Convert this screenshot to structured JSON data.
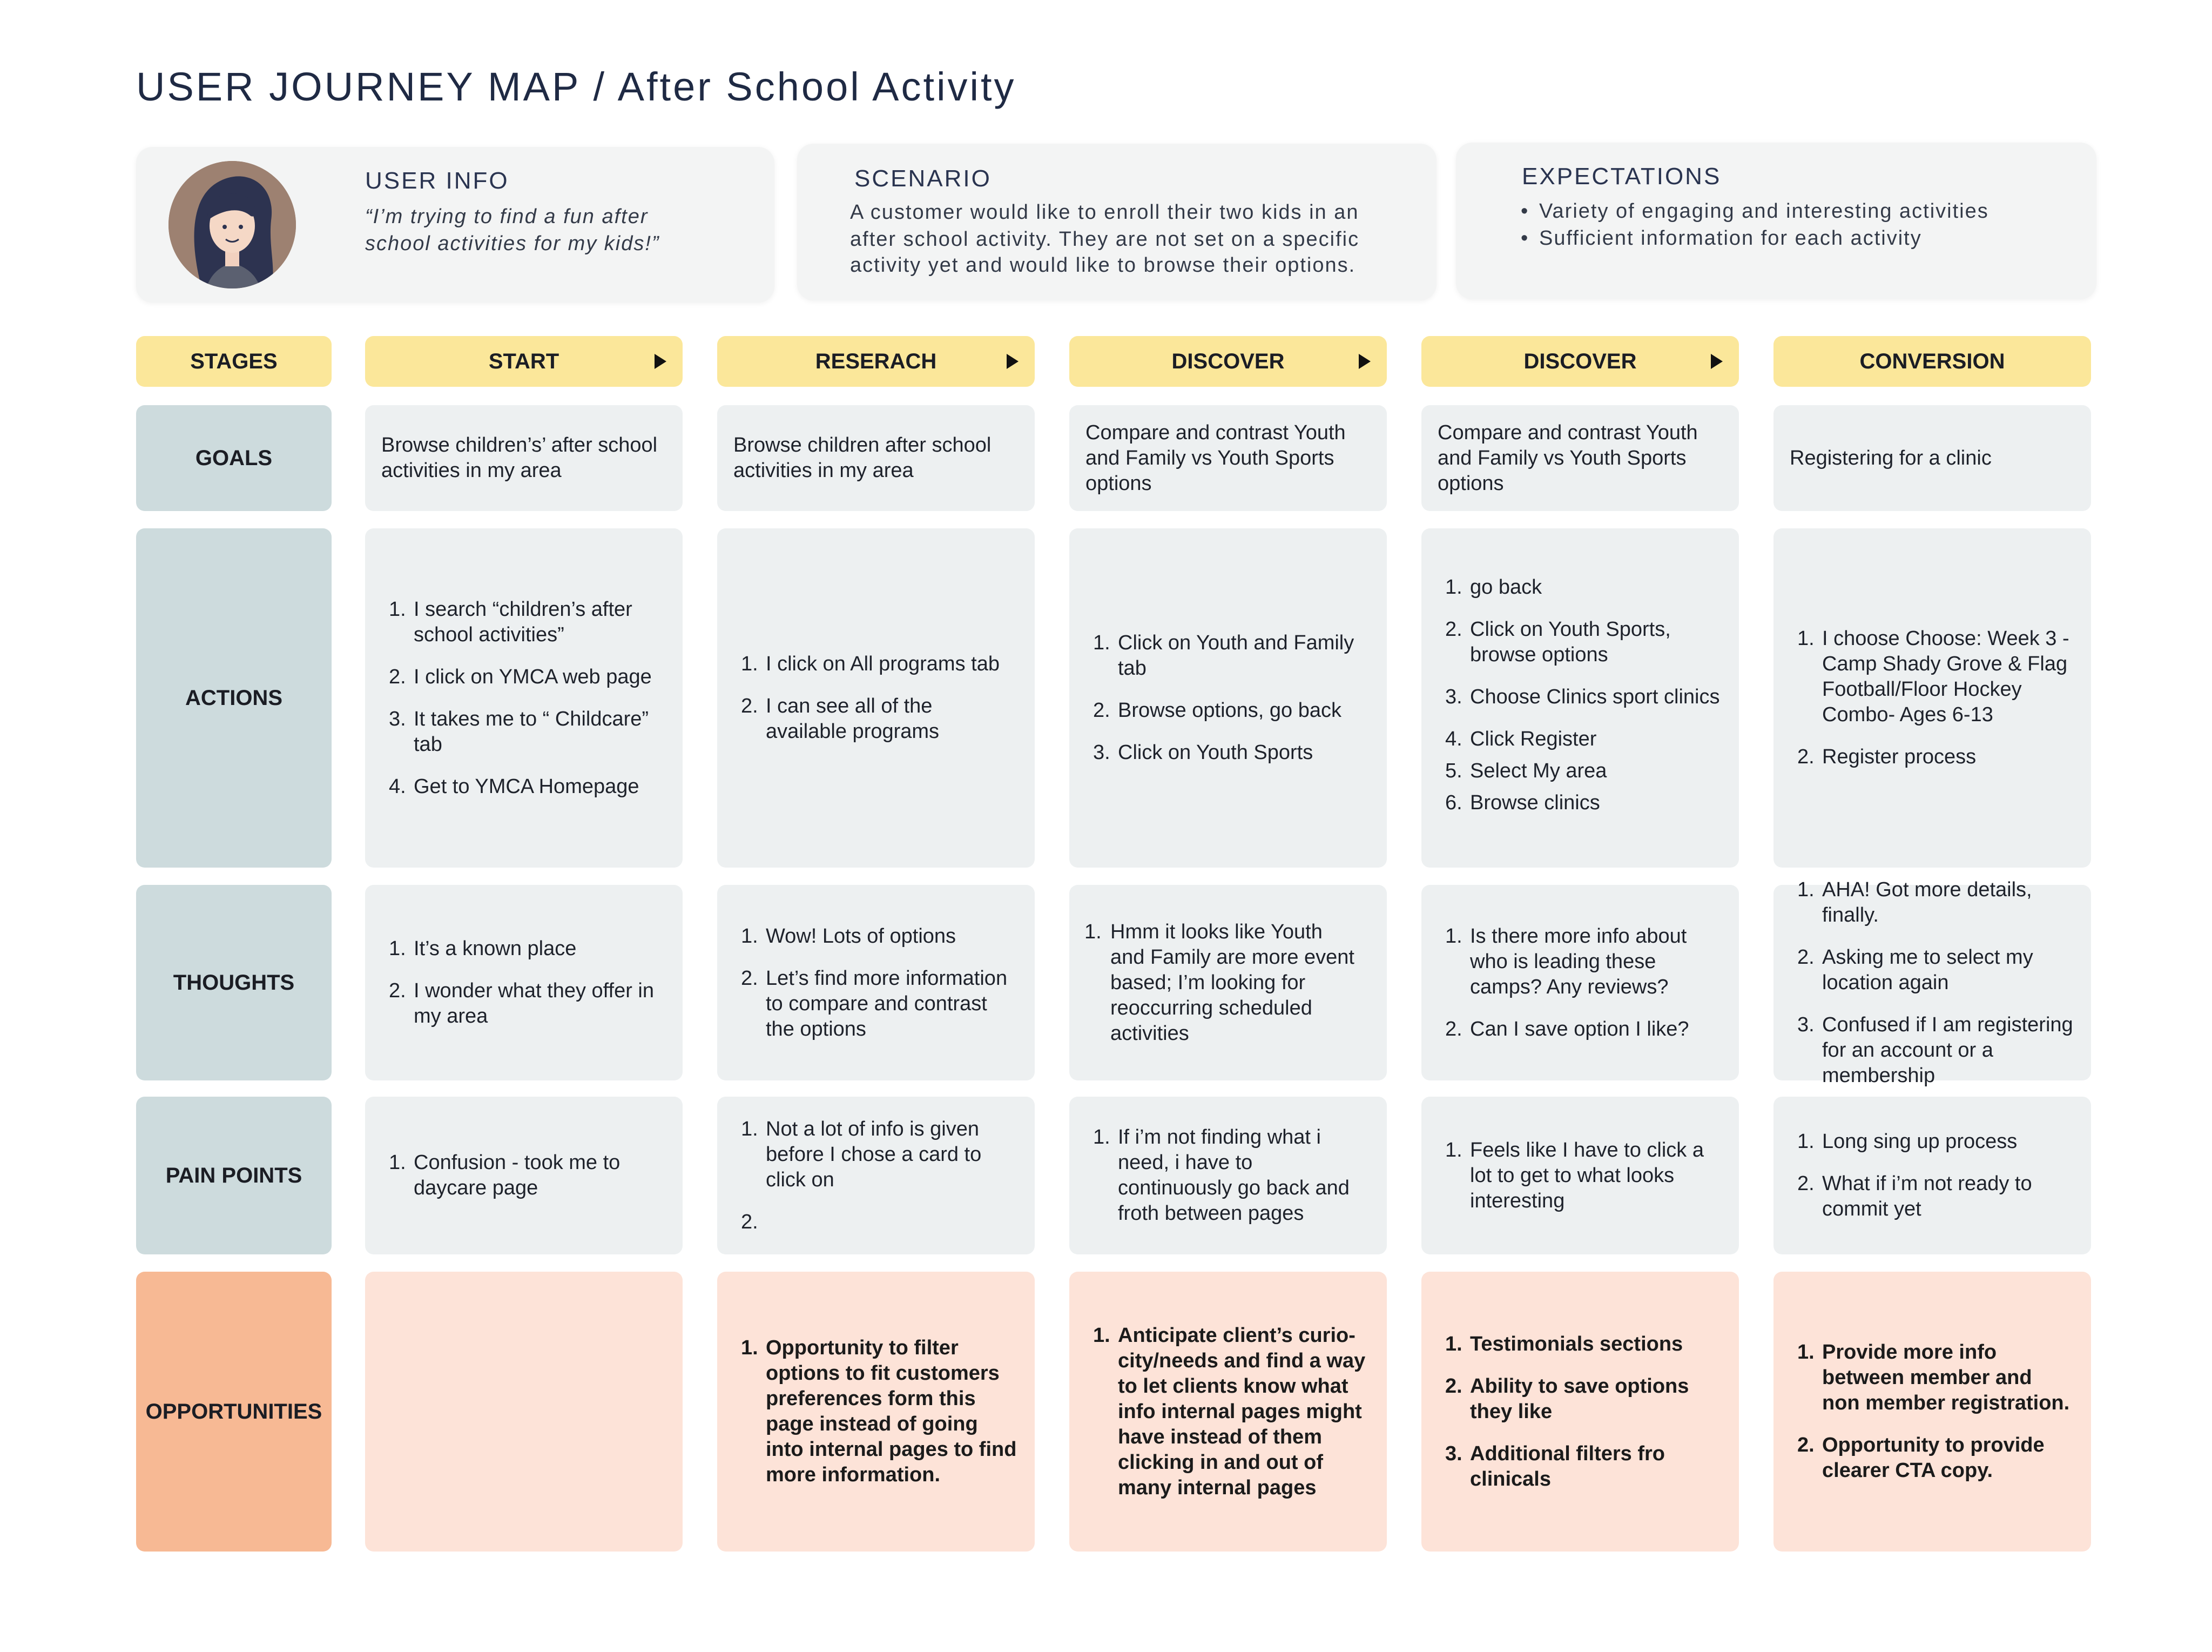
{
  "title": "USER JOURNEY MAP / After School Activity",
  "user_info": {
    "heading": "USER INFO",
    "quote_line1": "“I’m trying to find a fun after",
    "quote_line2": "school activities for my kids!”"
  },
  "scenario": {
    "heading": "SCENARIO",
    "line1": "A customer would like to enroll their two kids in an",
    "line2": "after school activity. They are not set on a specific",
    "line3": "activity yet and would like to browse their options."
  },
  "expectations": {
    "heading": "EXPECTATIONS",
    "items": [
      "Variety of engaging and interesting activities",
      "Sufficient information for each activity"
    ]
  },
  "stages_label": "STAGES",
  "stages": [
    "START",
    "RESERACH",
    "DISCOVER",
    "DISCOVER",
    "CONVERSION"
  ],
  "row_labels": {
    "goals": "GOALS",
    "actions": "ACTIONS",
    "thoughts": "THOUGHTS",
    "pain_points": "PAIN POINTS",
    "opportunities": "OPPORTUNITIES"
  },
  "goals": [
    "Browse children’s’ after school activities in my area",
    "Browse children after school activities in my area",
    "Compare and contrast Youth and Family vs Youth Sports options",
    "Compare and contrast Youth and Family vs Youth Sports options",
    "Registering for a clinic"
  ],
  "actions": [
    [
      "I search “children’s after school activities”",
      "I click on YMCA web page",
      "It takes me to “ Childcare” tab",
      "Get to YMCA Homepage"
    ],
    [
      "I click on All programs tab",
      "I can see all of the available programs"
    ],
    [
      "Click on Youth and Family tab",
      "Browse options, go back",
      "Click on Youth Sports"
    ],
    [
      "go back",
      "Click on Youth Sports, browse options",
      "Choose Clinics sport clinics",
      "Click Register",
      "Select My area",
      "Browse clinics"
    ],
    [
      "I choose Choose: Week 3 - Camp Shady Grove & Flag Football/Floor Hockey Combo- Ages 6-13",
      "Register process"
    ]
  ],
  "thoughts": [
    [
      "It’s a known place",
      " I wonder what they offer in my area"
    ],
    [
      "Wow! Lots of options",
      "Let’s find more information to compare and contrast the options"
    ],
    [
      "Hmm it looks like Youth and Family are more event based; I’m looking for reoccurring scheduled activities"
    ],
    [
      "Is there more info about who is leading these camps? Any reviews?",
      "Can I save option I like?"
    ],
    [
      "AHA! Got more details, finally.",
      "Asking me to select my location again",
      "Confused if I am registering for an account or a membership"
    ]
  ],
  "pain_points": [
    [
      "Confusion - took me to daycare page"
    ],
    [
      "Not a lot of info is given before I chose a card to click on",
      ""
    ],
    [
      "If i’m not finding what i need, i have to continuously go back and froth between pages"
    ],
    [
      "Feels like I have to click a lot to get to what looks interesting"
    ],
    [
      "Long sing up process",
      "What if i’m not ready to commit yet"
    ]
  ],
  "opportunities": [
    [],
    [
      "Opportunity to filter options to fit customers preferences form this page instead of going into internal pages to find more information."
    ],
    [
      "Anticipate client’s curio-city/needs and find a way to let clients know what info internal pages might have instead of them clicking in and out of many internal pages"
    ],
    [
      "Testimonials sections",
      "Ability to save options they like",
      "Additional filters fro clinicals"
    ],
    [
      "Provide more info between member and non member registration.",
      "Opportunity to provide clearer CTA copy."
    ]
  ]
}
